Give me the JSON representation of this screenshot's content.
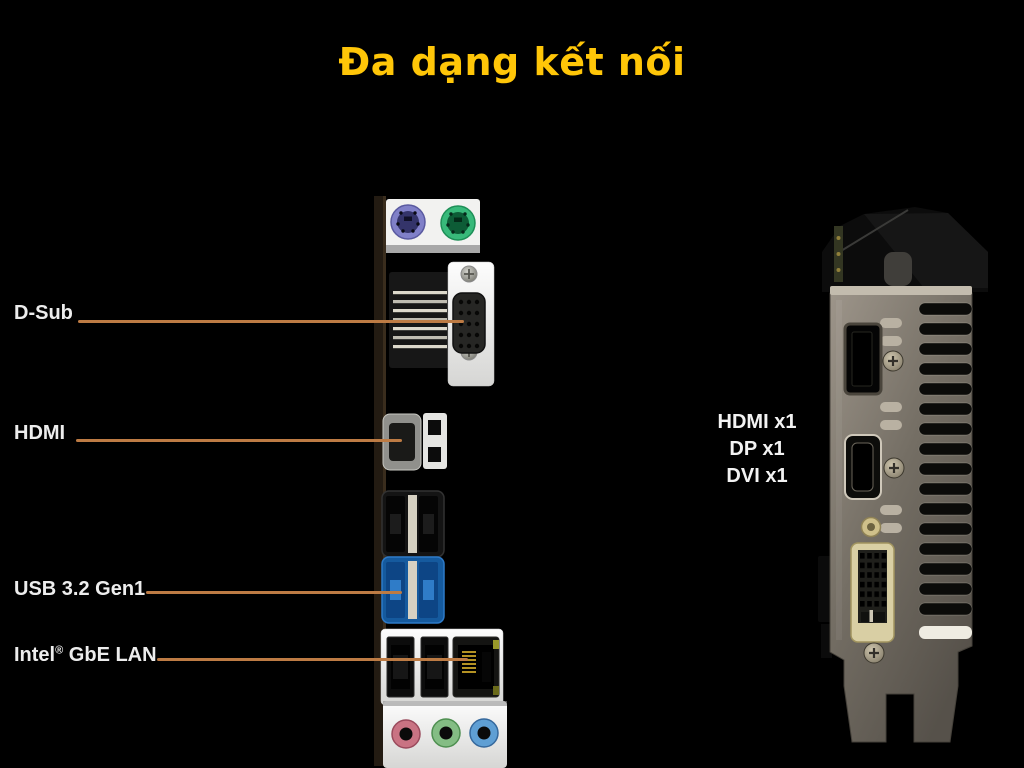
{
  "title": {
    "text": "Đa dạng kết nối"
  },
  "connector_labels": [
    {
      "id": "dsub",
      "text": "D-Sub"
    },
    {
      "id": "hdmi",
      "text": "HDMI"
    },
    {
      "id": "usb",
      "text": "USB 3.2 Gen1"
    },
    {
      "id": "lan",
      "brand": "Intel",
      "reg": "®",
      "rest": " GbE LAN"
    }
  ],
  "gpu_outputs": {
    "lines": [
      "HDMI x1",
      "DP x1",
      "DVI x1"
    ]
  },
  "colors": {
    "background": "#000000",
    "title": "#ffc608",
    "callout_line": "#bd7b44",
    "label_text": "#ededed",
    "usb3_blue": "#155a9e",
    "ps2_mouse_purple": "#8080c8",
    "ps2_keyboard_green": "#38b97a",
    "audio_mic_pink": "#c97383",
    "audio_lineout_green": "#84bd84",
    "audio_linein_blue": "#5f9fd4"
  }
}
